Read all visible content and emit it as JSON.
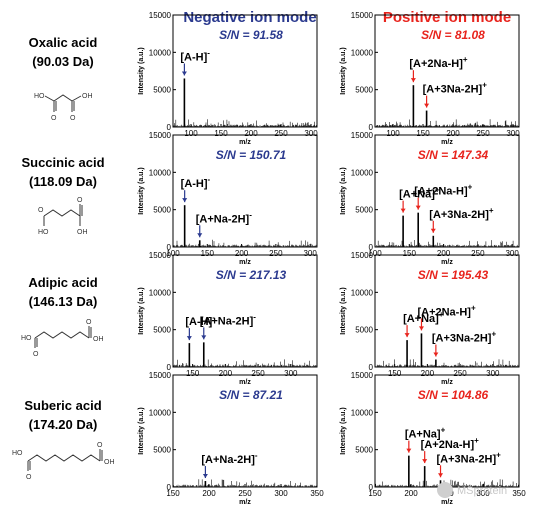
{
  "headers": {
    "negative": "Negative ion mode",
    "positive": "Positive ion mode"
  },
  "colors": {
    "negative": "#2b3a8f",
    "positive": "#e8241d",
    "axis": "#000000",
    "trace": "#111111"
  },
  "axis_labels": {
    "y": "Intensity (a.u.)",
    "x": "m/z"
  },
  "watermark": "MSprotein",
  "compounds": [
    {
      "name": "Oxalic acid",
      "mass": "(90.03 Da)",
      "structure_icon": "oxalic-acid-structure-icon"
    },
    {
      "name": "Succinic acid",
      "mass": "(118.09 Da)",
      "structure_icon": "succinic-acid-structure-icon"
    },
    {
      "name": "Adipic acid",
      "mass": "(146.13 Da)",
      "structure_icon": "adipic-acid-structure-icon"
    },
    {
      "name": "Suberic acid",
      "mass": "(174.20 Da)",
      "structure_icon": "suberic-acid-structure-icon"
    }
  ],
  "chart_data": [
    {
      "type": "bar",
      "row": 0,
      "mode": "negative",
      "sn": "S/N = 91.58",
      "xlim": [
        70,
        310
      ],
      "ylim": [
        0,
        15000
      ],
      "xticks": [
        100,
        150,
        200,
        250,
        300
      ],
      "yticks": [
        0,
        5000,
        10000,
        15000
      ],
      "ions": [
        {
          "label": "[A-H]",
          "charge": "-",
          "mz": 89,
          "intensity": 6500
        }
      ]
    },
    {
      "type": "bar",
      "row": 0,
      "mode": "positive",
      "sn": "S/N = 81.08",
      "xlim": [
        70,
        310
      ],
      "ylim": [
        0,
        15000
      ],
      "xticks": [
        100,
        150,
        200,
        250,
        300
      ],
      "yticks": [
        0,
        5000,
        10000,
        15000
      ],
      "ions": [
        {
          "label": "[A+2Na-H]",
          "charge": "+",
          "mz": 134,
          "intensity": 5600
        },
        {
          "label": "[A+3Na-2H]",
          "charge": "+",
          "mz": 156,
          "intensity": 2200
        }
      ]
    },
    {
      "type": "bar",
      "row": 1,
      "mode": "negative",
      "sn": "S/N = 150.71",
      "xlim": [
        100,
        310
      ],
      "ylim": [
        0,
        15000
      ],
      "xticks": [
        100,
        150,
        200,
        250,
        300
      ],
      "yticks": [
        0,
        5000,
        10000,
        15000
      ],
      "ions": [
        {
          "label": "[A-H]",
          "charge": "-",
          "mz": 117,
          "intensity": 5600
        },
        {
          "label": "[A+Na-2H]",
          "charge": "-",
          "mz": 139,
          "intensity": 900
        }
      ]
    },
    {
      "type": "bar",
      "row": 1,
      "mode": "positive",
      "sn": "S/N = 147.34",
      "xlim": [
        100,
        310
      ],
      "ylim": [
        0,
        15000
      ],
      "xticks": [
        100,
        150,
        200,
        250,
        300
      ],
      "yticks": [
        0,
        5000,
        10000,
        15000
      ],
      "ions": [
        {
          "label": "[A+Na]",
          "charge": "+",
          "mz": 141,
          "intensity": 4200
        },
        {
          "label": "[A+2Na-H]",
          "charge": "+",
          "mz": 163,
          "intensity": 4600
        },
        {
          "label": "[A+3Na-2H]",
          "charge": "+",
          "mz": 185,
          "intensity": 1500
        }
      ]
    },
    {
      "type": "bar",
      "row": 2,
      "mode": "negative",
      "sn": "S/N = 217.13",
      "xlim": [
        120,
        340
      ],
      "ylim": [
        0,
        15000
      ],
      "xticks": [
        150,
        200,
        250,
        300
      ],
      "yticks": [
        0,
        5000,
        10000,
        15000
      ],
      "ions": [
        {
          "label": "[A-H]",
          "charge": "-",
          "mz": 145,
          "intensity": 3200
        },
        {
          "label": "[A+Na-2H]",
          "charge": "-",
          "mz": 167,
          "intensity": 3300
        }
      ]
    },
    {
      "type": "bar",
      "row": 2,
      "mode": "positive",
      "sn": "S/N = 195.43",
      "xlim": [
        120,
        340
      ],
      "ylim": [
        0,
        15000
      ],
      "xticks": [
        150,
        200,
        250,
        300
      ],
      "yticks": [
        0,
        5000,
        10000,
        15000
      ],
      "ions": [
        {
          "label": "[A+Na]",
          "charge": "+",
          "mz": 169,
          "intensity": 3600
        },
        {
          "label": "[A+2Na-H]",
          "charge": "+",
          "mz": 191,
          "intensity": 4500
        },
        {
          "label": "[A+3Na-2H]",
          "charge": "+",
          "mz": 213,
          "intensity": 1000
        }
      ]
    },
    {
      "type": "bar",
      "row": 3,
      "mode": "negative",
      "sn": "S/N = 87.21",
      "xlim": [
        150,
        350
      ],
      "ylim": [
        0,
        15000
      ],
      "xticks": [
        150,
        200,
        250,
        300,
        350
      ],
      "yticks": [
        0,
        5000,
        10000,
        15000
      ],
      "ions": [
        {
          "label": "[A+Na-2H]",
          "charge": "-",
          "mz": 195,
          "intensity": 800
        }
      ]
    },
    {
      "type": "bar",
      "row": 3,
      "mode": "positive",
      "sn": "S/N = 104.86",
      "xlim": [
        150,
        350
      ],
      "ylim": [
        0,
        15000
      ],
      "xticks": [
        150,
        200,
        250,
        300,
        350
      ],
      "yticks": [
        0,
        5000,
        10000,
        15000
      ],
      "ions": [
        {
          "label": "[A+Na]",
          "charge": "+",
          "mz": 197,
          "intensity": 4200
        },
        {
          "label": "[A+2Na-H]",
          "charge": "+",
          "mz": 219,
          "intensity": 2800
        },
        {
          "label": "[A+3Na-2H]",
          "charge": "+",
          "mz": 241,
          "intensity": 900
        }
      ]
    }
  ]
}
